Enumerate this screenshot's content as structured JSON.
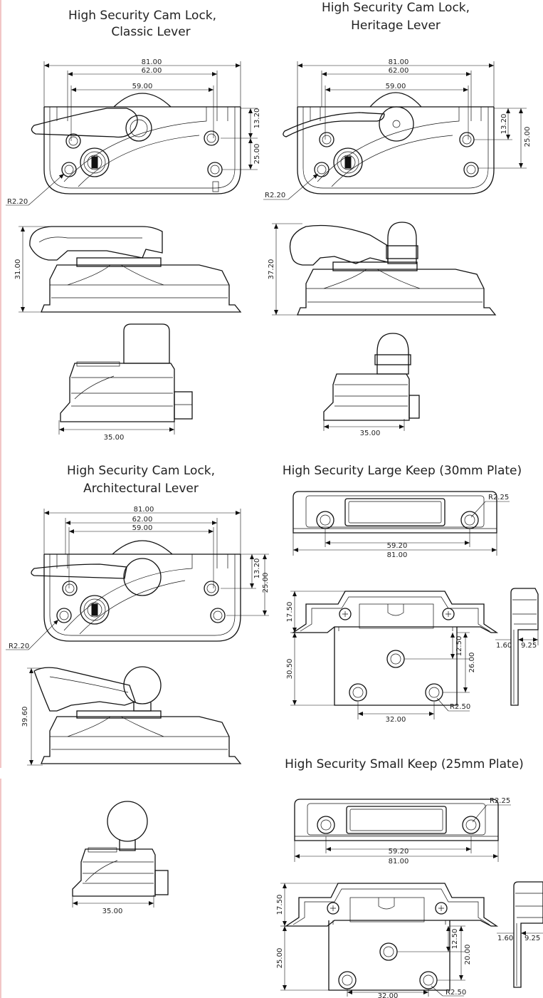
{
  "titles": {
    "classic_l1": "High Security Cam Lock,",
    "classic_l2": "Classic Lever",
    "heritage_l1": "High Security Cam Lock,",
    "heritage_l2": "Heritage Lever",
    "architectural_l1": "High Security Cam Lock,",
    "architectural_l2": "Architectural Lever",
    "large_keep": "High Security Large Keep (30mm Plate)",
    "small_keep": "High Security Small Keep (25mm Plate)"
  },
  "dims": {
    "w81": "81.00",
    "w62": "62.00",
    "w59": "59.00",
    "h13": "13.20",
    "h25": "25.00",
    "r220": "R2.20",
    "h31": "31.00",
    "h37": "37.20",
    "h39": "39.60",
    "w35": "35.00",
    "r225": "R2.25",
    "w592": "59.20",
    "h1750": "17.50",
    "h3050": "30.50",
    "h1250": "12.50",
    "h2600": "26.00",
    "h2000": "20.00",
    "w3200": "32.00",
    "r250": "R2.50",
    "t160": "1.60",
    "t925": "9.25"
  },
  "colors": {
    "line": "#111111",
    "text": "#222222",
    "page_border": "#e9a0a0"
  }
}
